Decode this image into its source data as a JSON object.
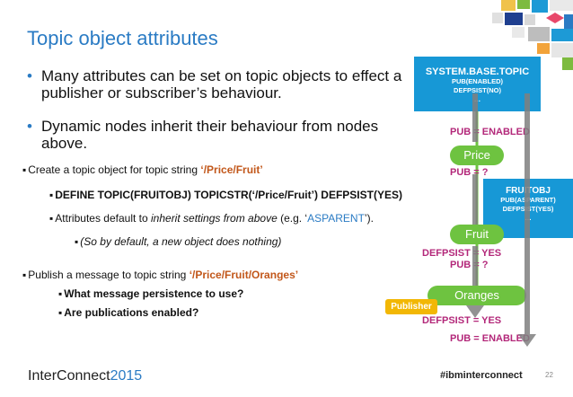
{
  "slide": {
    "title": "Topic object attributes",
    "page_number": "22"
  },
  "bullets": [
    {
      "text": "Many attributes can be set on topic objects to effect a publisher or subscriber’s behaviour."
    },
    {
      "text": "Dynamic nodes inherit their behaviour from nodes above."
    }
  ],
  "create": {
    "prefix": "Create a topic object for topic string ",
    "topic": "‘/Price/Fruit’",
    "define": "DEFINE TOPIC(FRUITOBJ) TOPICSTR(‘/Price/Fruit’) DEFPSIST(YES)",
    "attr_prefix": "Attributes default to ",
    "attr_italic": "inherit settings from above",
    "attr_mid": " (e.g. ‘",
    "attr_value": "ASPARENT",
    "attr_suffix": "’).",
    "note": "(So by default, a new object does nothing)"
  },
  "publish": {
    "prefix": "Publish a message to topic string ",
    "topic": "‘/Price/Fruit/Oranges’",
    "q1": "What message persistence to use?",
    "q2": "Are publications enabled?"
  },
  "diagram": {
    "system_topic": {
      "title": "SYSTEM.BASE.TOPIC",
      "line1": "PUB(ENABLED)",
      "line2": "DEFPSIST(NO)",
      "line3": "…"
    },
    "fruitobj": {
      "title": "FRUITOBJ",
      "line1": "PUB(ASPARENT)",
      "line2": "DEFPSIST(YES)",
      "line3": "…"
    },
    "nodes": {
      "price": "Price",
      "fruit": "Fruit",
      "oranges": "Oranges"
    },
    "labels": {
      "pub_enabled_top": "PUB = ENABLED",
      "pub_q_price": "PUB = ?",
      "defpsist_fruit": "DEFPSIST = YES",
      "pub_q_fruit": "PUB = ?",
      "defpsist_oranges": "DEFPSIST = YES",
      "pub_enabled_bottom": "PUB = ENABLED"
    },
    "publisher": "Publisher"
  },
  "footer": {
    "brand": "InterConnect",
    "year": "2015",
    "hashtag": "#ibminterconnect"
  },
  "colors": {
    "title_blue": "#2a7bc4",
    "topic_box": "#1798d6",
    "node_green": "#6ec340",
    "label_magenta": "#b3287a",
    "publisher_yellow": "#f2b705",
    "arrow_gray": "#808080"
  }
}
